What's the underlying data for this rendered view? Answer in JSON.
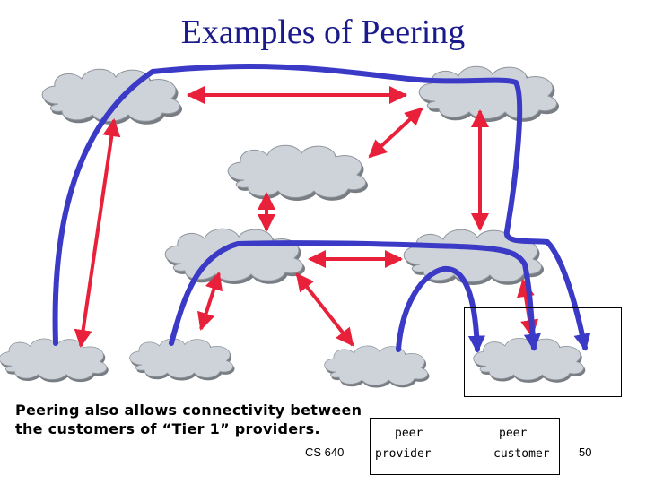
{
  "title": "Examples of Peering",
  "caption": {
    "line1": "Peering also allows connectivity between",
    "line2": "the customers of “Tier 1” providers."
  },
  "footer": {
    "course": "CS 640",
    "page": "50"
  },
  "legend": {
    "row1_left": "peer",
    "row1_right": "peer",
    "row2_left": "provider",
    "row2_right": "customer"
  },
  "colors": {
    "title": "#1a1a8c",
    "cloud_fill": "#cdd3d9",
    "peer_arrow": "#e8203a",
    "path_line": "#3a3ac6",
    "legend_arrow": "#e85a14"
  },
  "icons": {
    "cloud": "cloud-icon",
    "double_arrow": "double-arrow-icon"
  }
}
